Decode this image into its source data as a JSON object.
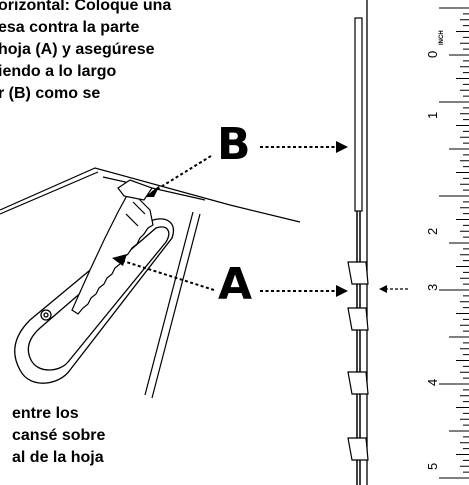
{
  "instruction_top": [
    "orizontal: Coloque una",
    "esa contra la parte",
    "hoja (A) y asegúrese",
    "iendo a lo largo",
    "r (B) como se"
  ],
  "instruction_top_bold_prefix": "orizontal:",
  "instruction_top_rest": " Coloque una",
  "instruction_bottom": [
    "entre los",
    "cansé sobre",
    "al de la hoja"
  ],
  "callouts": {
    "b": "B",
    "a": "A"
  },
  "ruler": {
    "unit": "INCH",
    "numbers": [
      "0",
      "1",
      "2",
      "3",
      "4",
      "5"
    ]
  }
}
